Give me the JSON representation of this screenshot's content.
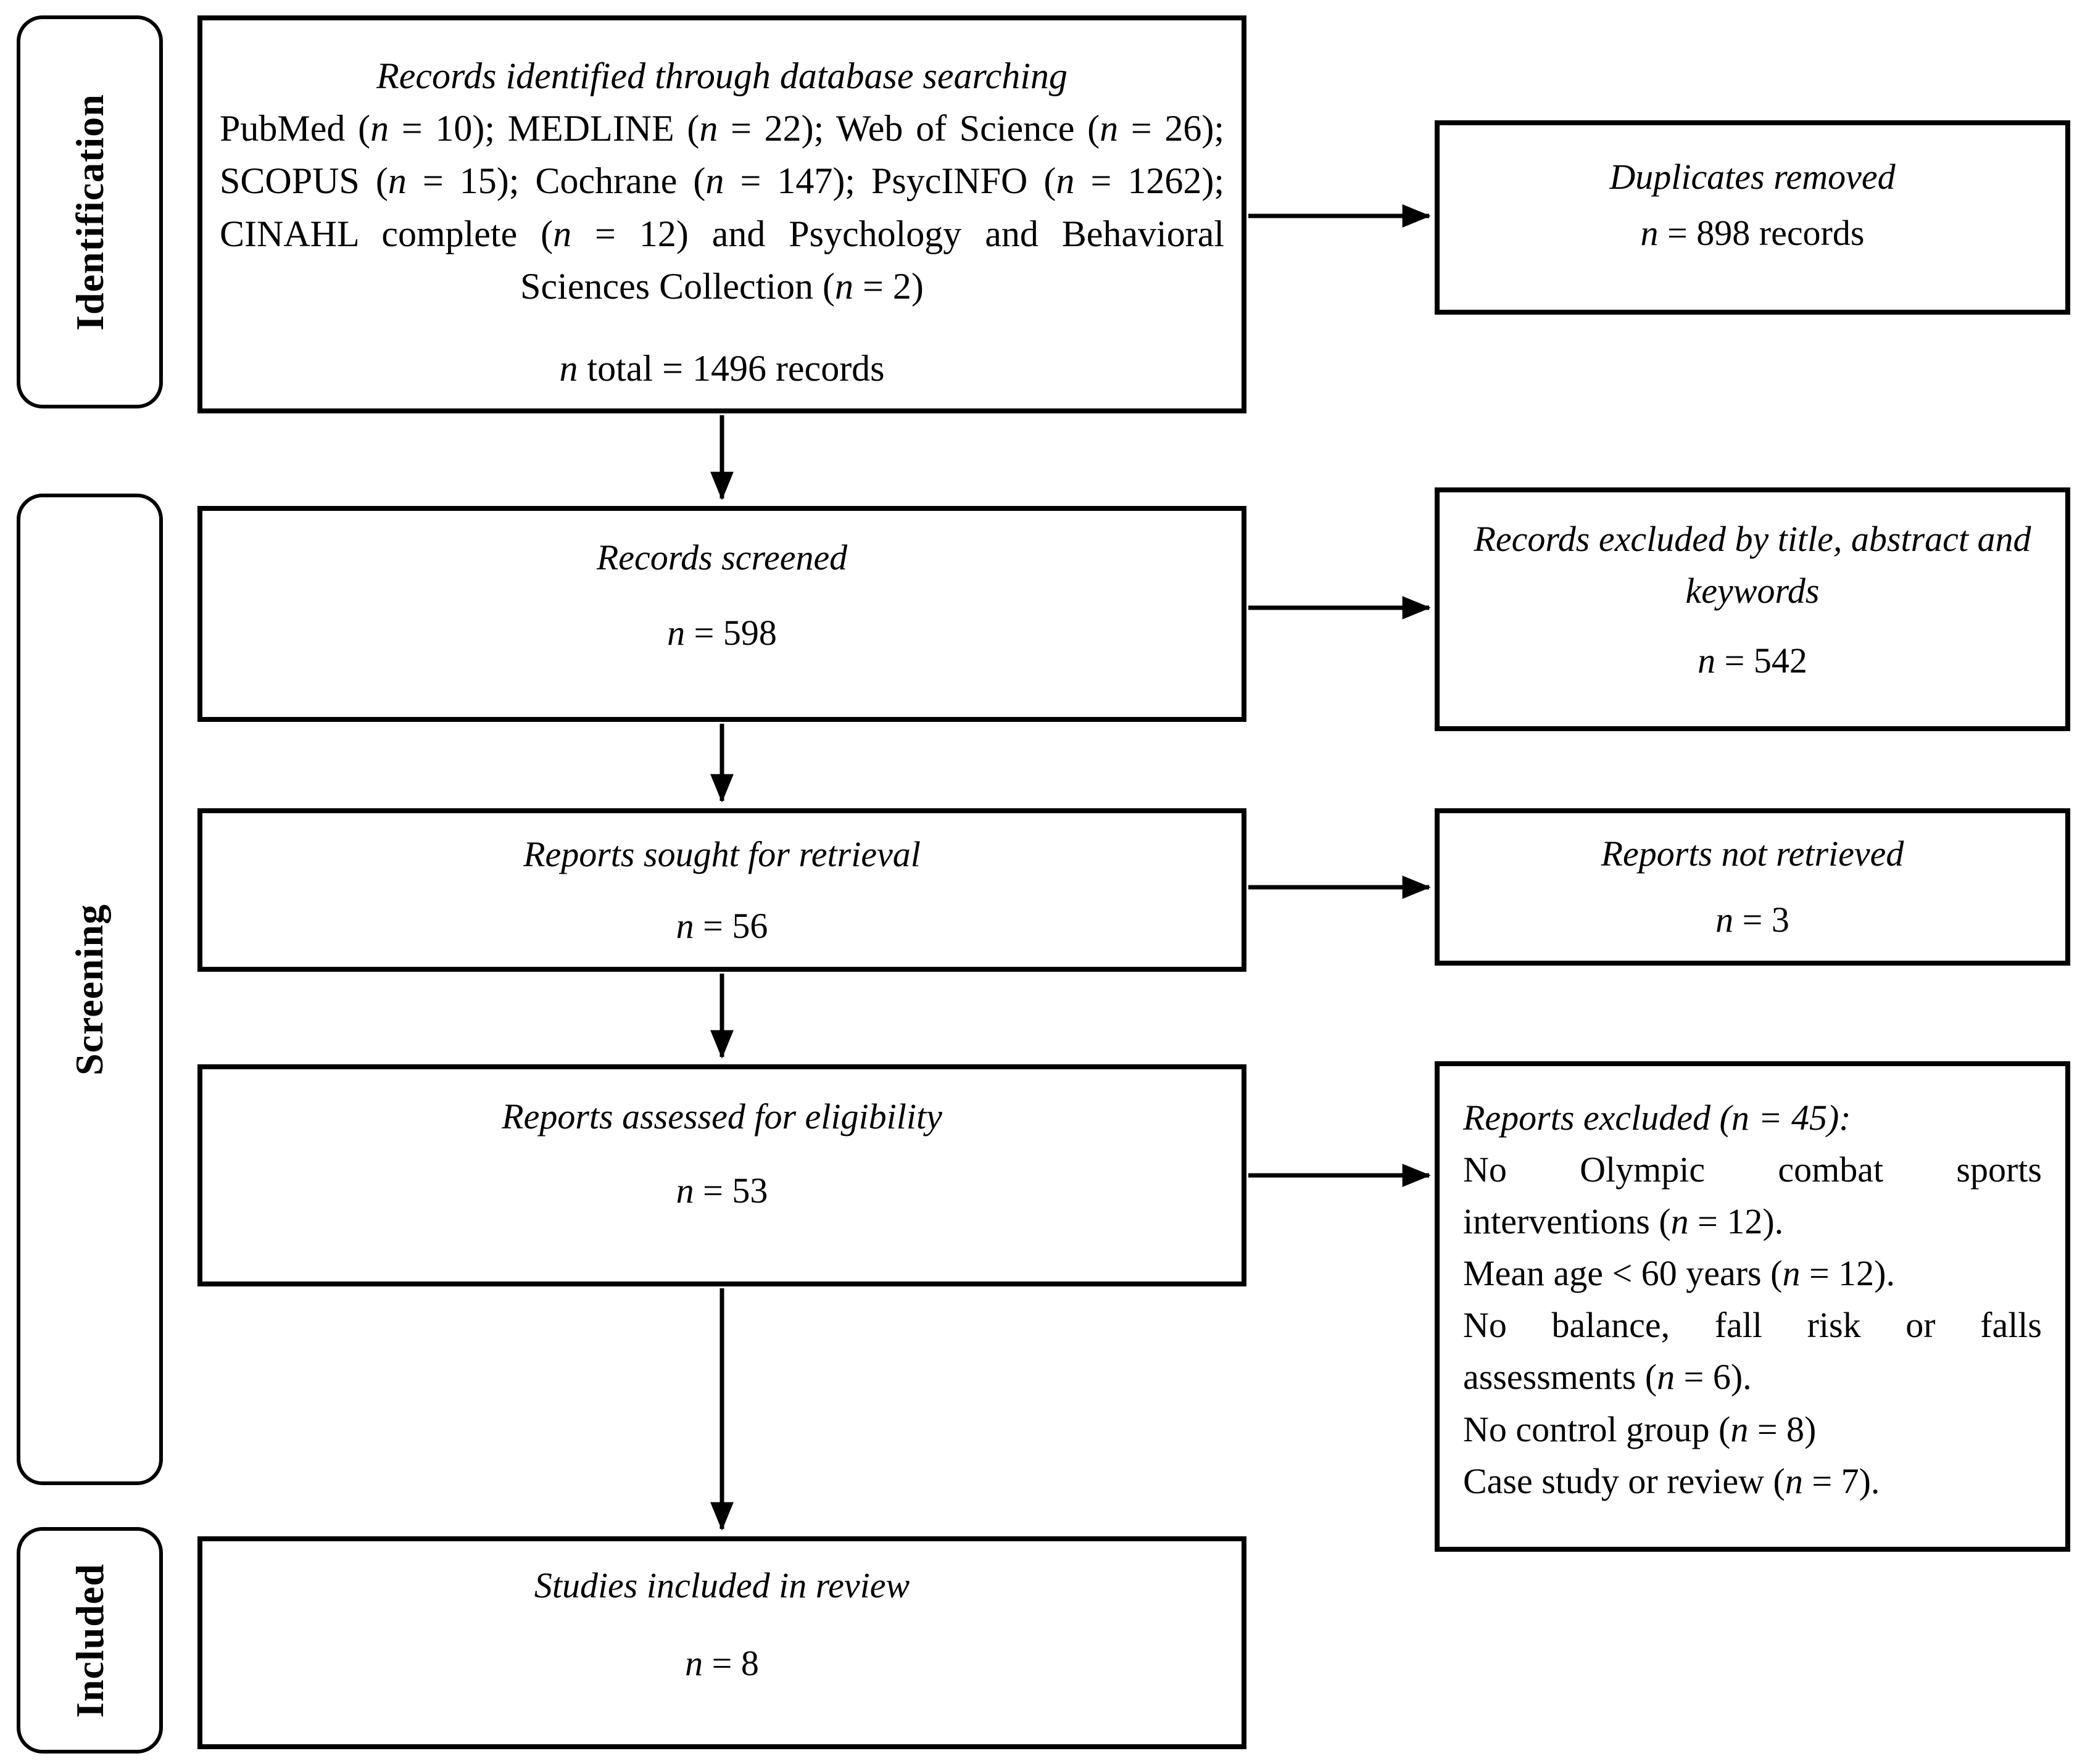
{
  "diagram": {
    "kind": "PRISMA flow diagram",
    "colors": {
      "ink": "#000000",
      "background": "#ffffff"
    },
    "stage_labels": [
      {
        "label": "Identification"
      },
      {
        "label": "Screening"
      },
      {
        "label": "Included"
      }
    ],
    "main_flow": [
      {
        "title": "Records identified through database searching",
        "body": "PubMed (n = 10); MEDLINE (n = 22); Web of Science (n = 26); SCOPUS (n = 15); Cochrane (n = 147); PsycINFO (n = 1262); CINAHL complete (n = 12) and Psychology and Behavioral Sciences Collection (n = 2)",
        "count": "n total = 1496 records"
      },
      {
        "title": "Records screened",
        "count": "n = 598"
      },
      {
        "title": "Reports sought for retrieval",
        "count": "n = 56"
      },
      {
        "title": "Reports assessed for eligibility",
        "count": "n = 53"
      },
      {
        "title": "Studies included in review",
        "count": "n = 8"
      }
    ],
    "side_flow": [
      {
        "title": "Duplicates removed",
        "count": "n = 898 records"
      },
      {
        "title": "Records excluded by title, abstract and keywords",
        "count": "n = 542"
      },
      {
        "title": "Reports not retrieved",
        "count": "n = 3"
      },
      {
        "title": "Reports excluded (n = 45):",
        "reasons": [
          "No Olympic combat sports interventions (n = 12).",
          "Mean age < 60 years (n = 12).",
          "No balance, fall risk or falls assessments (n = 6).",
          "No control group (n = 8)",
          "Case study or review (n = 7)."
        ]
      }
    ]
  }
}
